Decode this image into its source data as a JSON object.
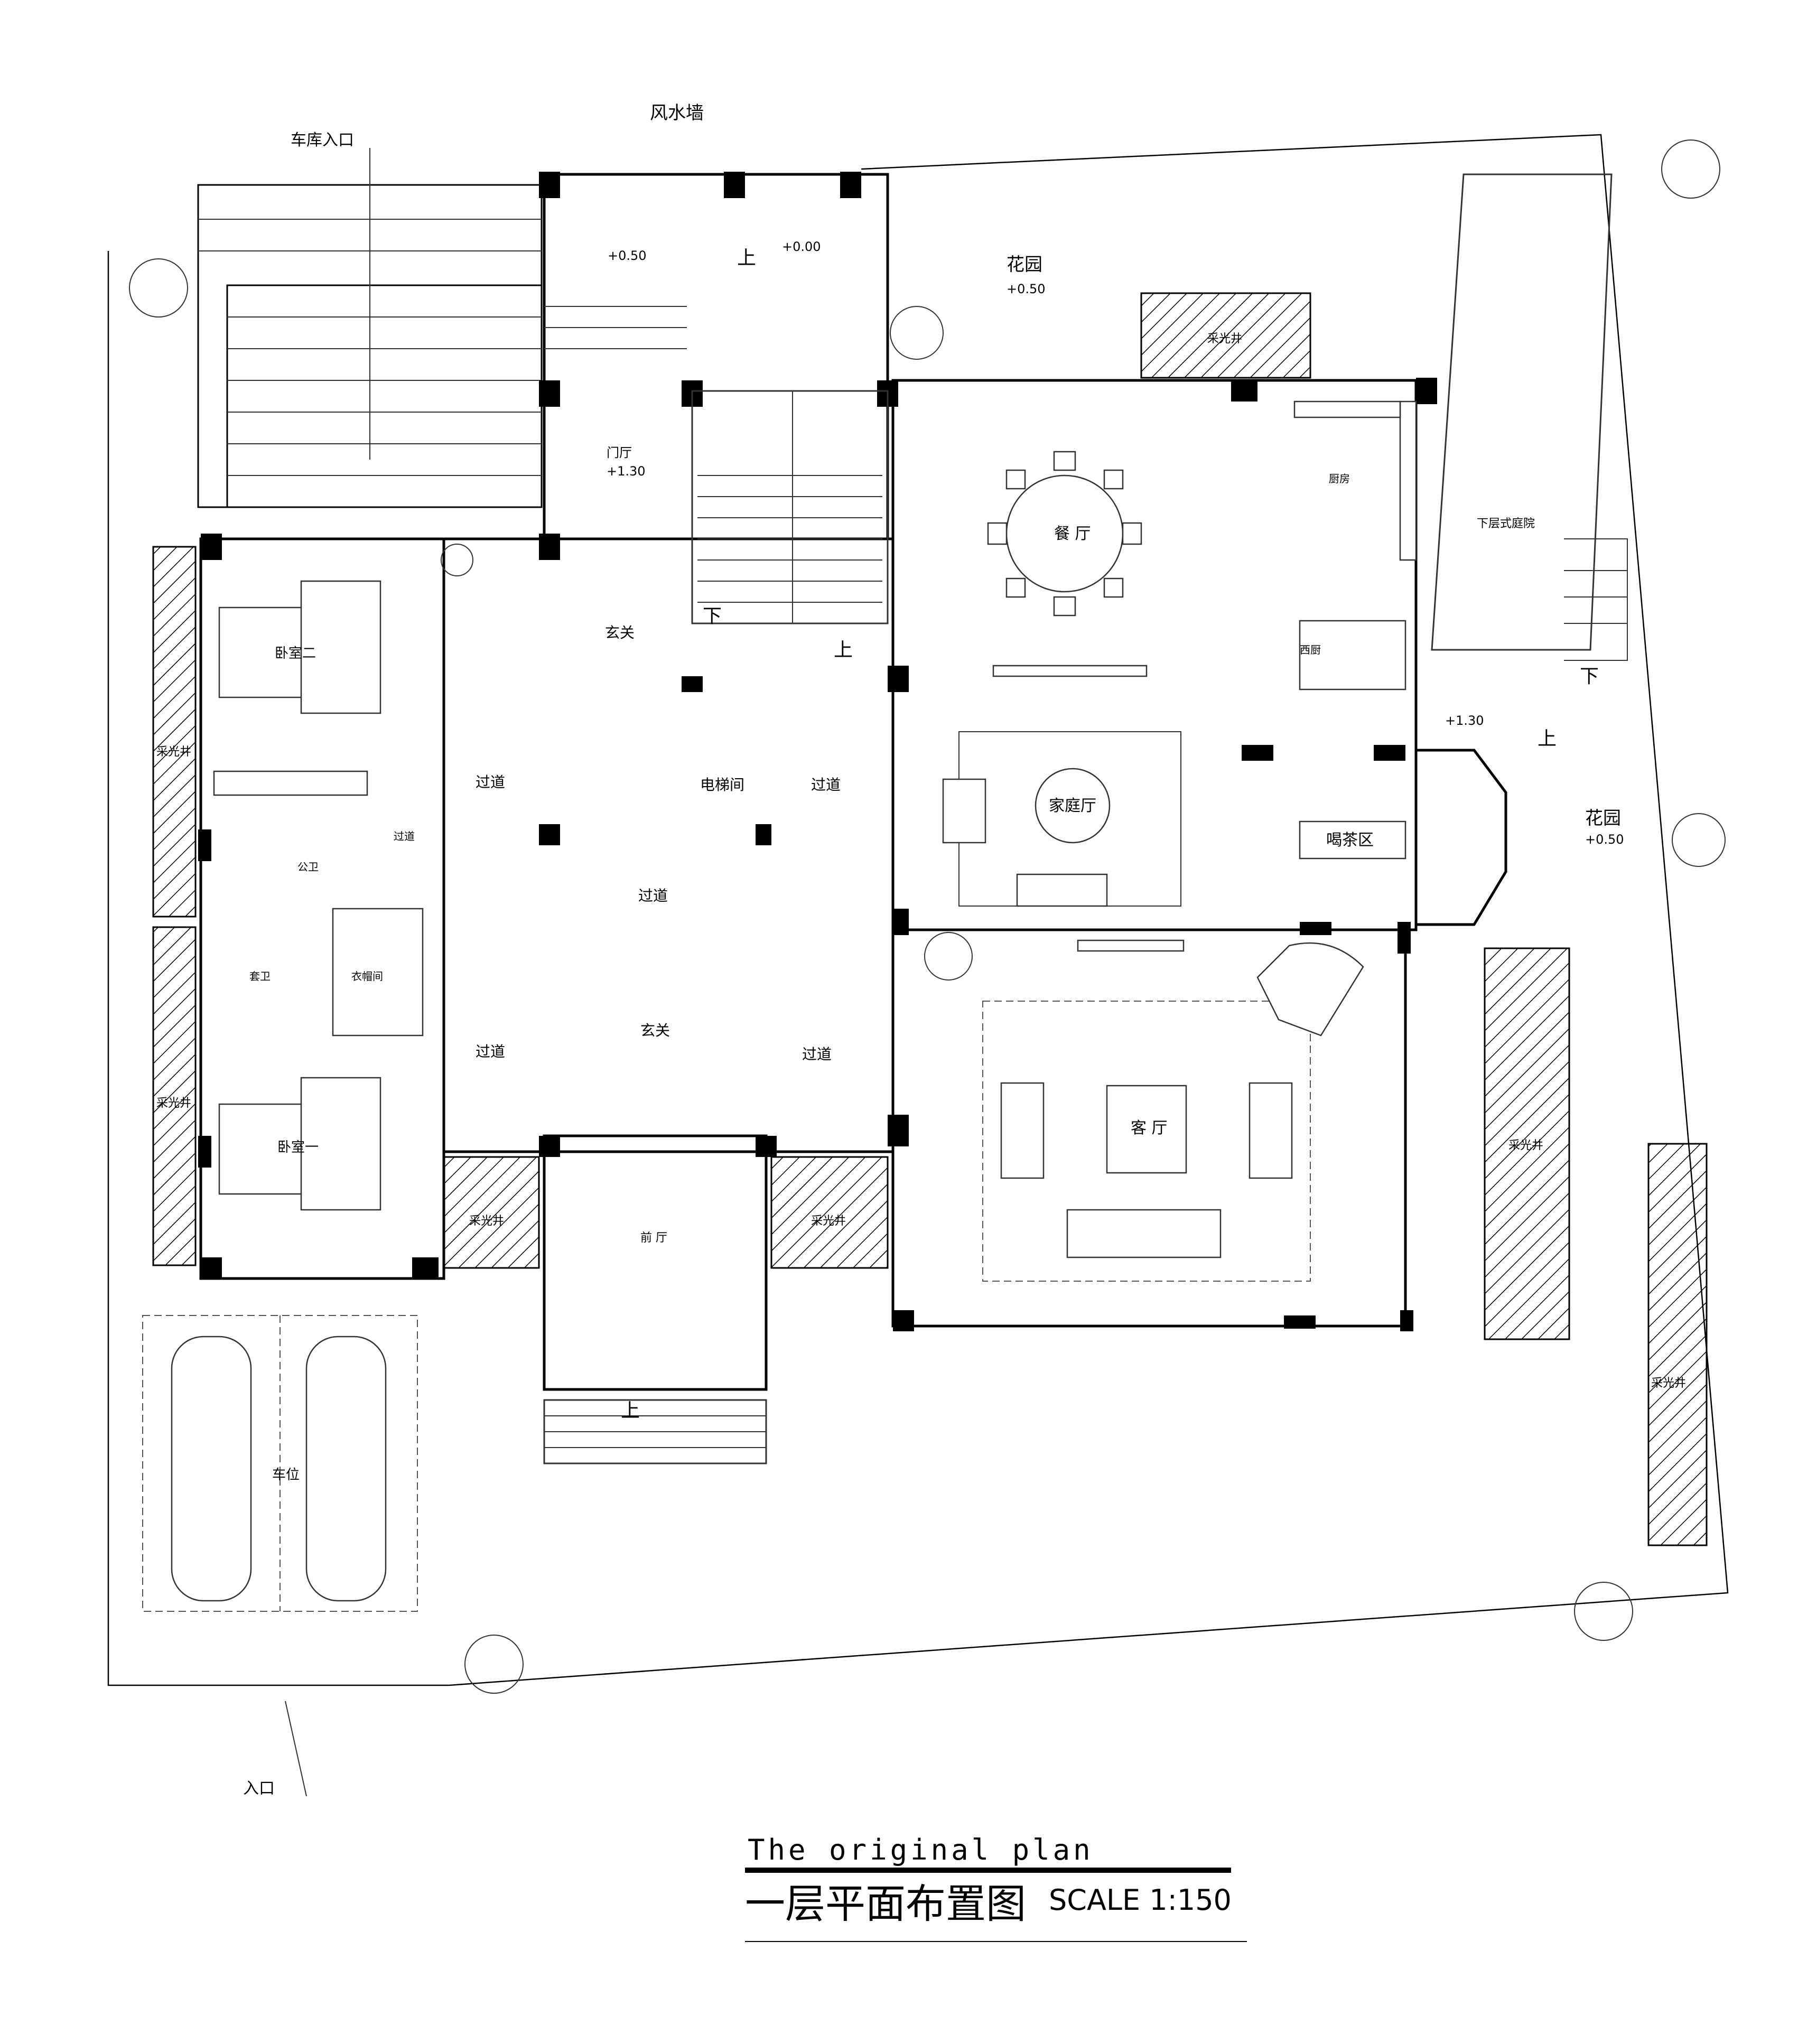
{
  "drawing": {
    "labels": {
      "garage_entrance": "车库入口",
      "fengshui_wall": "风水墙",
      "elev_000": "+0.00",
      "elev_050_top": "+0.50",
      "up_1": "上",
      "garden_top": "花园",
      "garden_top_elev": "+0.50",
      "lightwell_top": "采光井",
      "foyer": "门厅",
      "foyer_elev": "+1.30",
      "dining": "餐 厅",
      "kitchen": "厨房",
      "lower_courtyard": "下层式庭院",
      "western_kitchen": "西厨",
      "down_1": "下",
      "up_2": "上",
      "down_2": "下",
      "up_3": "上",
      "entry_top": "玄关",
      "bedroom2": "卧室二",
      "lightwell_left_1": "采光井",
      "corridor_1": "过道",
      "elevator": "电梯间",
      "corridor_2": "过道",
      "family_room": "家庭厅",
      "elev_130_right": "+1.30",
      "tea_area": "喝茶区",
      "garden_right": "花园",
      "garden_right_elev": "+0.50",
      "public_bath": "公卫",
      "corridor_small": "过道",
      "corridor_3": "过道",
      "en_suite": "套卫",
      "closet": "衣帽间",
      "entry_bottom": "玄关",
      "corridor_4": "过道",
      "corridor_5": "过道",
      "lightwell_left_2": "采光井",
      "bedroom1": "卧室一",
      "living": "客 厅",
      "lightwell_right_1": "采光井",
      "lightwell_front_left": "采光井",
      "front_hall": "前 厅",
      "lightwell_front_right": "采光井",
      "up_4": "上",
      "parking": "车位",
      "lightwell_far_right": "采光井",
      "entrance": "入口"
    }
  },
  "title_block": {
    "english": "The original plan",
    "chinese": "一层平面布置图",
    "scale": "SCALE  1:150"
  }
}
